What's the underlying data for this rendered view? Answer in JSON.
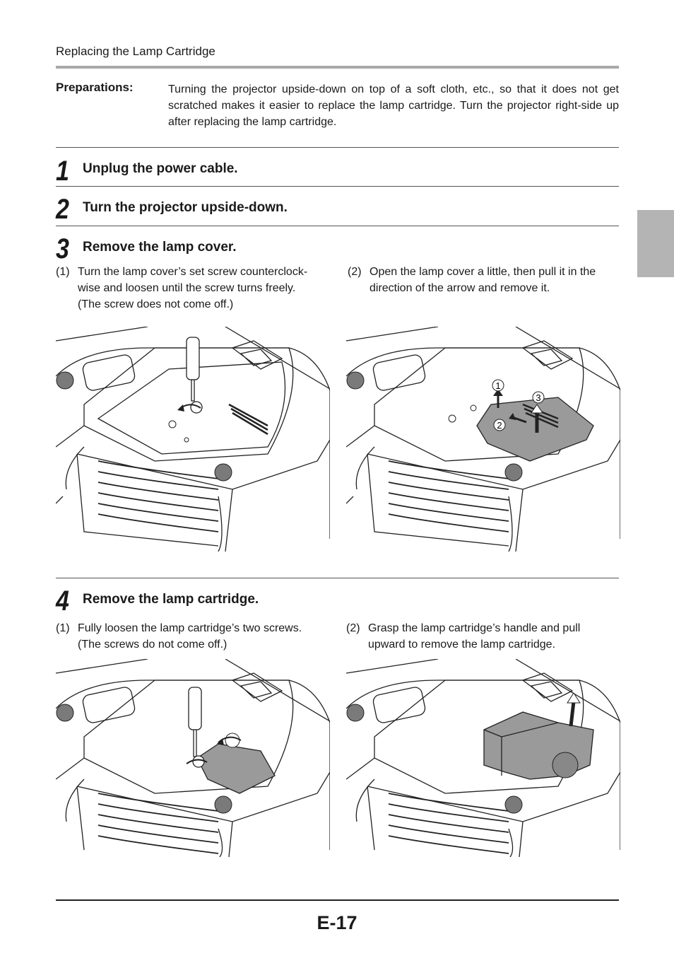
{
  "header": {
    "title": "Replacing the Lamp Cartridge"
  },
  "preparations": {
    "label": "Preparations:",
    "text": "Turning the projector upside-down on top of a soft cloth, etc., so that it does not get scratched makes it easier to replace the lamp cartridge. Turn the projector right-side up after replacing the lamp cartridge."
  },
  "steps": [
    {
      "num": "1",
      "title": "Unplug the power cable."
    },
    {
      "num": "2",
      "title": "Turn the projector upside-down."
    },
    {
      "num": "3",
      "title": "Remove the lamp cover.",
      "subs": [
        {
          "num": "(1)",
          "lines": [
            "Turn the lamp cover’s set screw counterclock-",
            "wise and loosen until the screw turns freely.",
            "(The screw does not come off.)"
          ]
        },
        {
          "num": "(2)",
          "lines": [
            "Open the lamp cover a little, then pull it in the",
            "direction of the arrow and remove it."
          ]
        }
      ],
      "callouts": [
        "1",
        "2",
        "3"
      ]
    },
    {
      "num": "4",
      "title": "Remove the lamp cartridge.",
      "subs": [
        {
          "num": "(1)",
          "lines": [
            "Fully loosen the lamp cartridge’s two screws.",
            "(The screws do not come off.)"
          ]
        },
        {
          "num": "(2)",
          "lines": [
            "Grasp the lamp cartridge’s handle and pull",
            "upward to remove the lamp cartridge."
          ]
        }
      ]
    }
  ],
  "footer": {
    "page": "E-17"
  },
  "colors": {
    "rule": "#a8a8a8",
    "tab": "#b4b4b4",
    "cover": "#9a9a9a"
  }
}
